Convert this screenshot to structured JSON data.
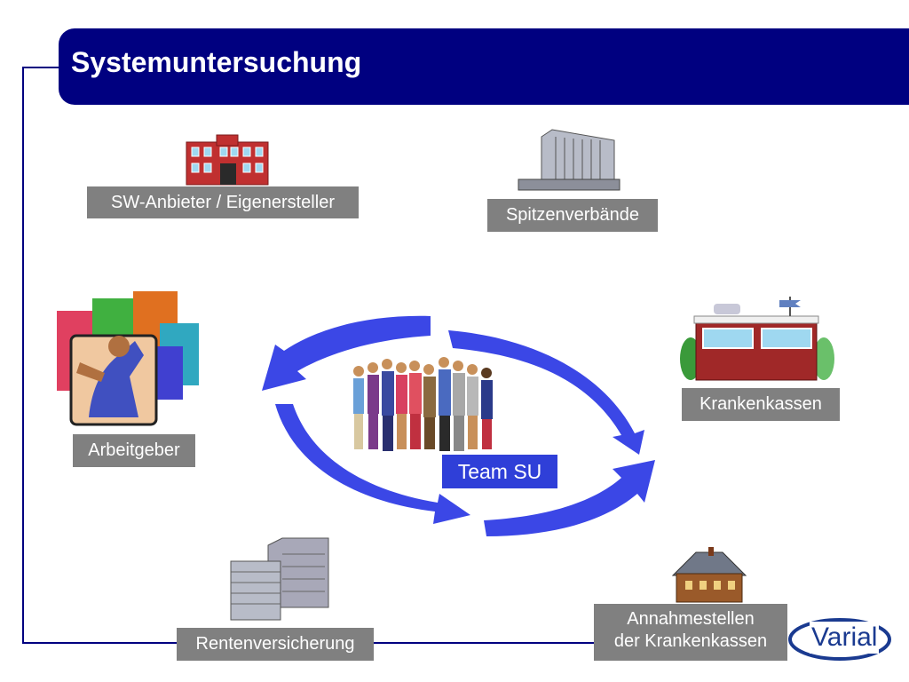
{
  "title": "Systemuntersuchung",
  "nodes": {
    "sw_anbieter": "SW-Anbieter / Eigenersteller",
    "spitzenverbaende": "Spitzenverbände",
    "arbeitgeber": "Arbeitgeber",
    "krankenkassen": "Krankenkassen",
    "rentenversicherung": "Rentenversicherung",
    "annahmestellen_line1": "Annahmestellen",
    "annahmestellen_line2": "der Krankenkassen",
    "team": "Team SU"
  },
  "logo": {
    "text": "Varial"
  },
  "colors": {
    "title_bg": "#000080",
    "label_bg": "#808080",
    "arrow": "#3b47e6",
    "team_label": "#2f3fd8"
  }
}
